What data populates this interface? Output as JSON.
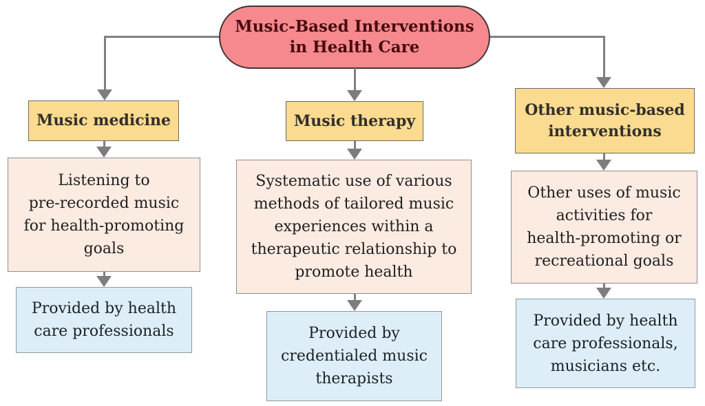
{
  "figure": {
    "type": "flowchart",
    "title_lines": [
      "Music-Based Interventions",
      "in Health Care"
    ]
  },
  "branches": [
    {
      "id": "music-medicine",
      "heading_lines": [
        "Music medicine"
      ],
      "description_lines": [
        "Listening to",
        "pre-recorded music",
        "for health-promoting",
        "goals"
      ],
      "provider_lines": [
        "Provided by health",
        "care professionals"
      ]
    },
    {
      "id": "music-therapy",
      "heading_lines": [
        "Music therapy"
      ],
      "description_lines": [
        "Systematic use of various",
        "methods of tailored music",
        "experiences within a",
        "therapeutic relationship to",
        "promote health"
      ],
      "provider_lines": [
        "Provided by",
        "credentialed music",
        "therapists"
      ]
    },
    {
      "id": "other-music-based-interventions",
      "heading_lines": [
        "Other music-based",
        "interventions"
      ],
      "description_lines": [
        "Other uses of music",
        "activities for",
        "health-promoting or",
        "recreational goals"
      ],
      "provider_lines": [
        "Provided by health",
        "care professionals,",
        "musicians etc."
      ]
    }
  ],
  "colors": {
    "root_fill": "#F5898D",
    "root_border": "#403536",
    "root_text": "#470B10",
    "heading_fill": "#FBDB8F",
    "description_fill": "#FCEBE0",
    "provider_fill": "#DDEEF8",
    "connector": "#808080",
    "background": "#FFFFFF"
  }
}
